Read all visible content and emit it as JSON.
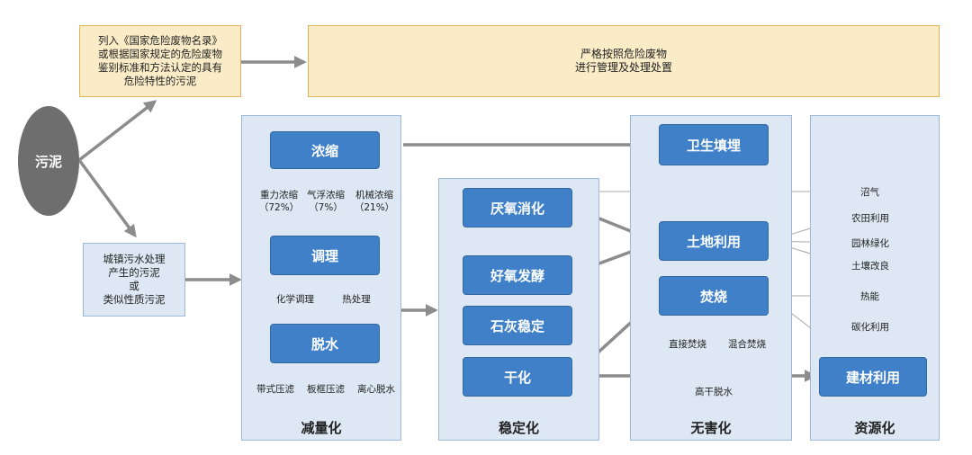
{
  "sludge": "污泥",
  "hazard_box": [
    "列入《国家危险废物名录》",
    "或根据国家规定的危险废物",
    "鉴别标准和方法认定的具有",
    "危险特性的污泥"
  ],
  "hazard_treatment": [
    "严格按照危险废物",
    "进行管理及处理处置"
  ],
  "city_box": [
    "城镇污水处理",
    "产生的污泥",
    "或",
    "类似性质污泥"
  ],
  "panels": {
    "reduce": "减量化",
    "stabilize": "稳定化",
    "harmless": "无害化",
    "resource": "资源化"
  },
  "reduce": {
    "thicken": "浓缩",
    "thicken_methods": [
      {
        "name": "重力浓缩",
        "pct": "（72%）"
      },
      {
        "name": "气浮浓缩",
        "pct": "（7%）"
      },
      {
        "name": "机械浓缩",
        "pct": "（21%）"
      }
    ],
    "condition": "调理",
    "condition_methods": [
      "化学调理",
      "热处理"
    ],
    "dewater": "脱水",
    "dewater_methods": [
      "带式压滤",
      "板框压滤",
      "离心脱水"
    ]
  },
  "stabilize": {
    "anaerobic": "厌氧消化",
    "aerobic": "好氧发酵",
    "lime": "石灰稳定",
    "dry": "干化"
  },
  "harmless": {
    "landfill": "卫生填埋",
    "land_use": "土地利用",
    "incinerate": "焚烧",
    "incinerate_methods": [
      "直接焚烧",
      "混合焚烧"
    ],
    "high_dry": "高干脱水"
  },
  "resource": {
    "biogas": "沼气",
    "farmland": "农田利用",
    "garden": "园林绿化",
    "soil": "土壤改良",
    "heat": "热能",
    "carbon": "碳化利用",
    "building": "建材利用"
  }
}
